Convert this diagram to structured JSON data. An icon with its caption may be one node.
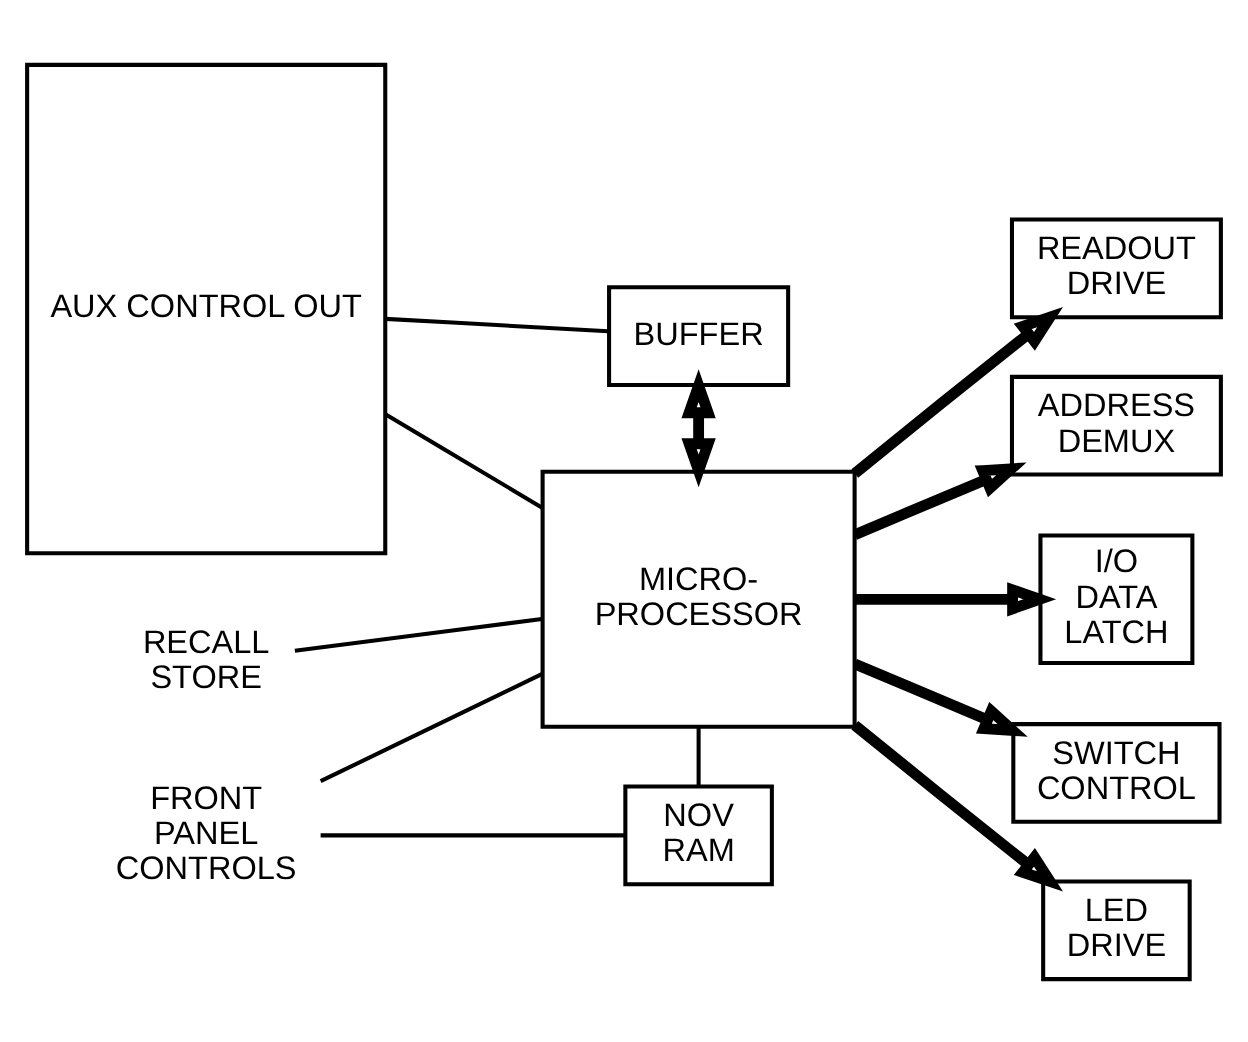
{
  "diagram": {
    "nodes": [
      {
        "text": [
          "AUX CONTROL OUT"
        ]
      },
      {
        "text": [
          "BUFFER"
        ]
      },
      {
        "text": [
          "MICRO- PROCESSOR"
        ]
      },
      {
        "text": [
          "NOV RAM"
        ]
      },
      {
        "text": [
          "READOUT DRIVE"
        ]
      },
      {
        "text": [
          "ADDRESS DEMUX"
        ]
      },
      {
        "text": [
          "I/O DATA LATCH"
        ]
      },
      {
        "text": [
          "SWITCH CONTROL"
        ]
      },
      {
        "text": [
          "LED DRIVE"
        ]
      },
      {
        "text": [
          "RECALL STORE"
        ]
      },
      {
        "text": [
          "FRONT PANEL CONTROLS"
        ]
      }
    ],
    "edges": [
      {
        "from": 0,
        "to": 1,
        "arrow": "none"
      },
      {
        "from": 0,
        "to": 2,
        "arrow": "none"
      },
      {
        "from": 1,
        "to": 2,
        "arrow": "both",
        "style": "thick"
      },
      {
        "from": 2,
        "to": 4,
        "arrow": "to",
        "style": "thick"
      },
      {
        "from": 2,
        "to": 5,
        "arrow": "to",
        "style": "thick"
      },
      {
        "from": 2,
        "to": 6,
        "arrow": "to",
        "style": "thick"
      },
      {
        "from": 2,
        "to": 7,
        "arrow": "to",
        "style": "thick"
      },
      {
        "from": 2,
        "to": 8,
        "arrow": "to",
        "style": "thick"
      },
      {
        "from": 9,
        "to": 2,
        "arrow": "none"
      },
      {
        "from": 10,
        "to": 2,
        "arrow": "none"
      },
      {
        "from": 10,
        "to": 3,
        "arrow": "none"
      },
      {
        "from": 2,
        "to": 3,
        "arrow": "none"
      }
    ]
  }
}
